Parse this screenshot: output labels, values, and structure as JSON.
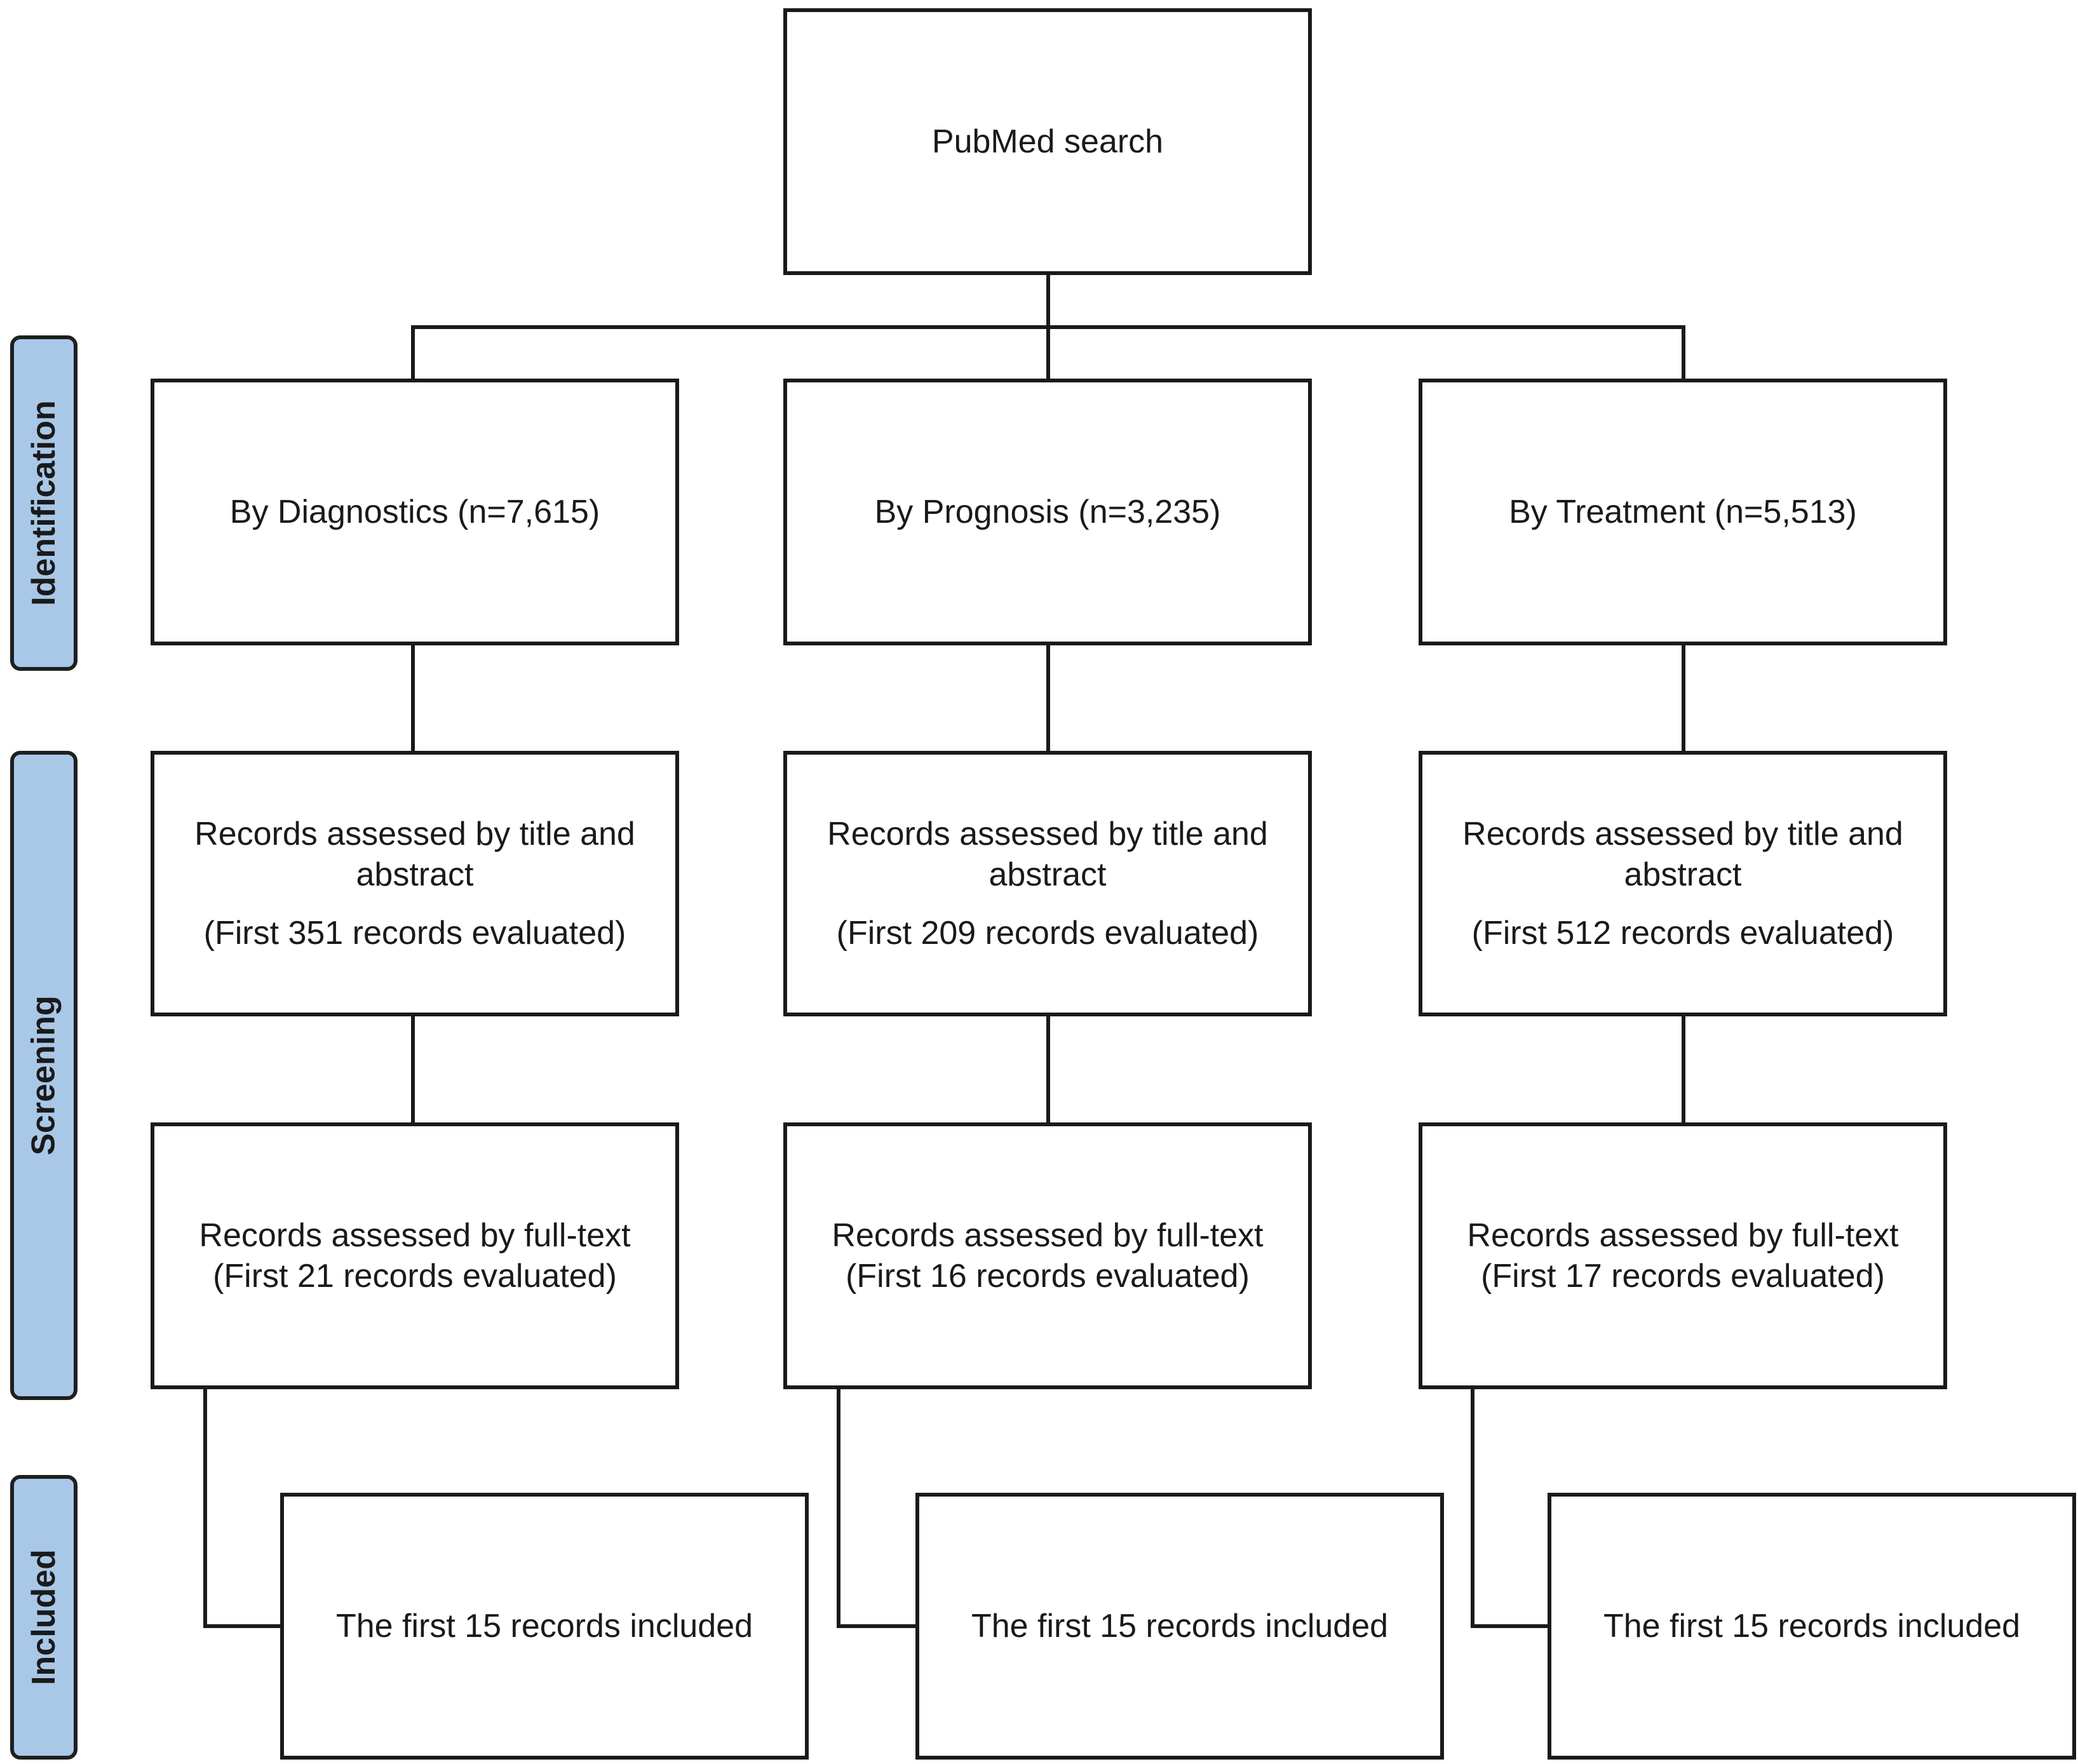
{
  "stages": {
    "identification": "Identification",
    "screening": "Screening",
    "included": "Included"
  },
  "top": {
    "label": "PubMed search"
  },
  "columns": [
    {
      "identification": "By Diagnostics (n=7,615)",
      "title_abstract": "Records assessed by title and abstract",
      "title_abstract_count": "(First 351 records evaluated)",
      "fulltext": "Records assessed by full-text",
      "fulltext_count": "(First 21 records evaluated)",
      "included": "The first 15 records included"
    },
    {
      "identification": "By Prognosis (n=3,235)",
      "title_abstract": "Records assessed by title and abstract",
      "title_abstract_count": "(First 209 records evaluated)",
      "fulltext": "Records assessed by full-text",
      "fulltext_count": "(First 16 records evaluated)",
      "included": "The first 15 records included"
    },
    {
      "identification": "By Treatment (n=5,513)",
      "title_abstract": "Records assessed by title and abstract",
      "title_abstract_count": "(First 512 records evaluated)",
      "fulltext": "Records assessed by full-text",
      "fulltext_count": "(First 17 records evaluated)",
      "included": "The first 15 records included"
    }
  ],
  "colors": {
    "stage_fill": "#a9c8e8",
    "line": "#1a1a1a"
  }
}
